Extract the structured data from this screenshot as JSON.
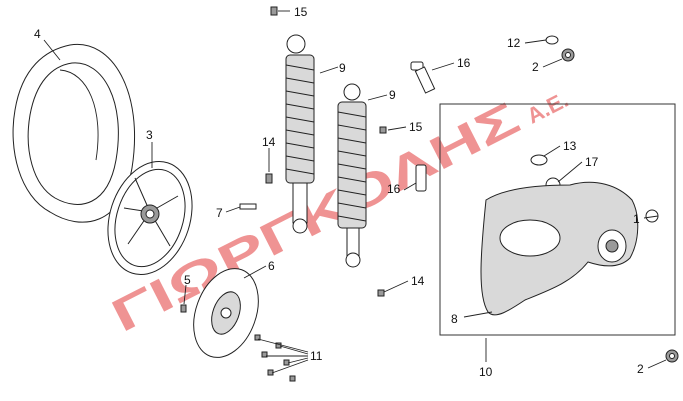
{
  "watermark": {
    "text": "ΓΙΩΡΓΚΟΛΗΣ",
    "suffix": "Α.Ε."
  },
  "callouts": {
    "c15a": "15",
    "c9a": "9",
    "c9b": "9",
    "c15b": "15",
    "c14a": "14",
    "c7": "7",
    "c16a": "16",
    "c16b": "16",
    "c12": "12",
    "c2a": "2",
    "c13": "13",
    "c17": "17",
    "c1": "1",
    "c4": "4",
    "c3": "3",
    "c5": "5",
    "c6": "6",
    "c14b": "14",
    "c8": "8",
    "c10": "10",
    "c2b": "2",
    "c11": "11"
  }
}
